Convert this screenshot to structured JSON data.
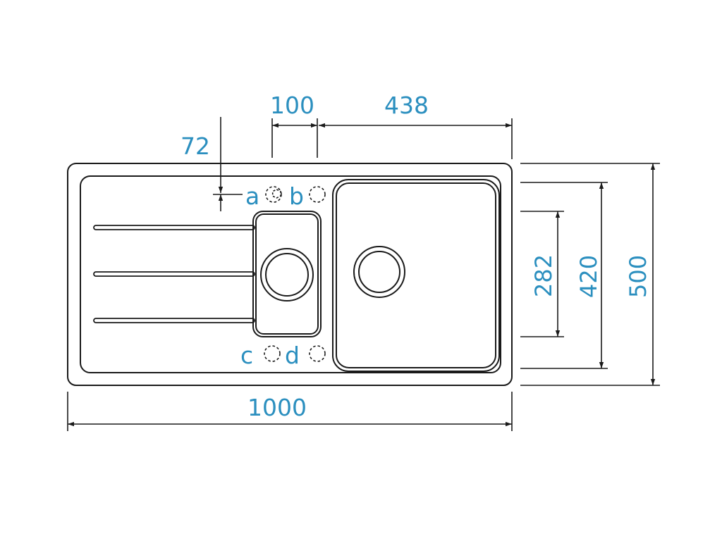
{
  "colors": {
    "line": "#1a1a1a",
    "dimension_text": "#2b8fbf",
    "background": "#ffffff"
  },
  "dimensions": {
    "overall_width": "1000",
    "overall_depth": "500",
    "bowl_depth": "420",
    "small_bowl_depth": "282",
    "bowl_width": "438",
    "bowl_gap": "100",
    "tap_hole_offset": "72"
  },
  "tap_holes": {
    "a": "a",
    "b": "b",
    "c": "c",
    "d": "d"
  }
}
